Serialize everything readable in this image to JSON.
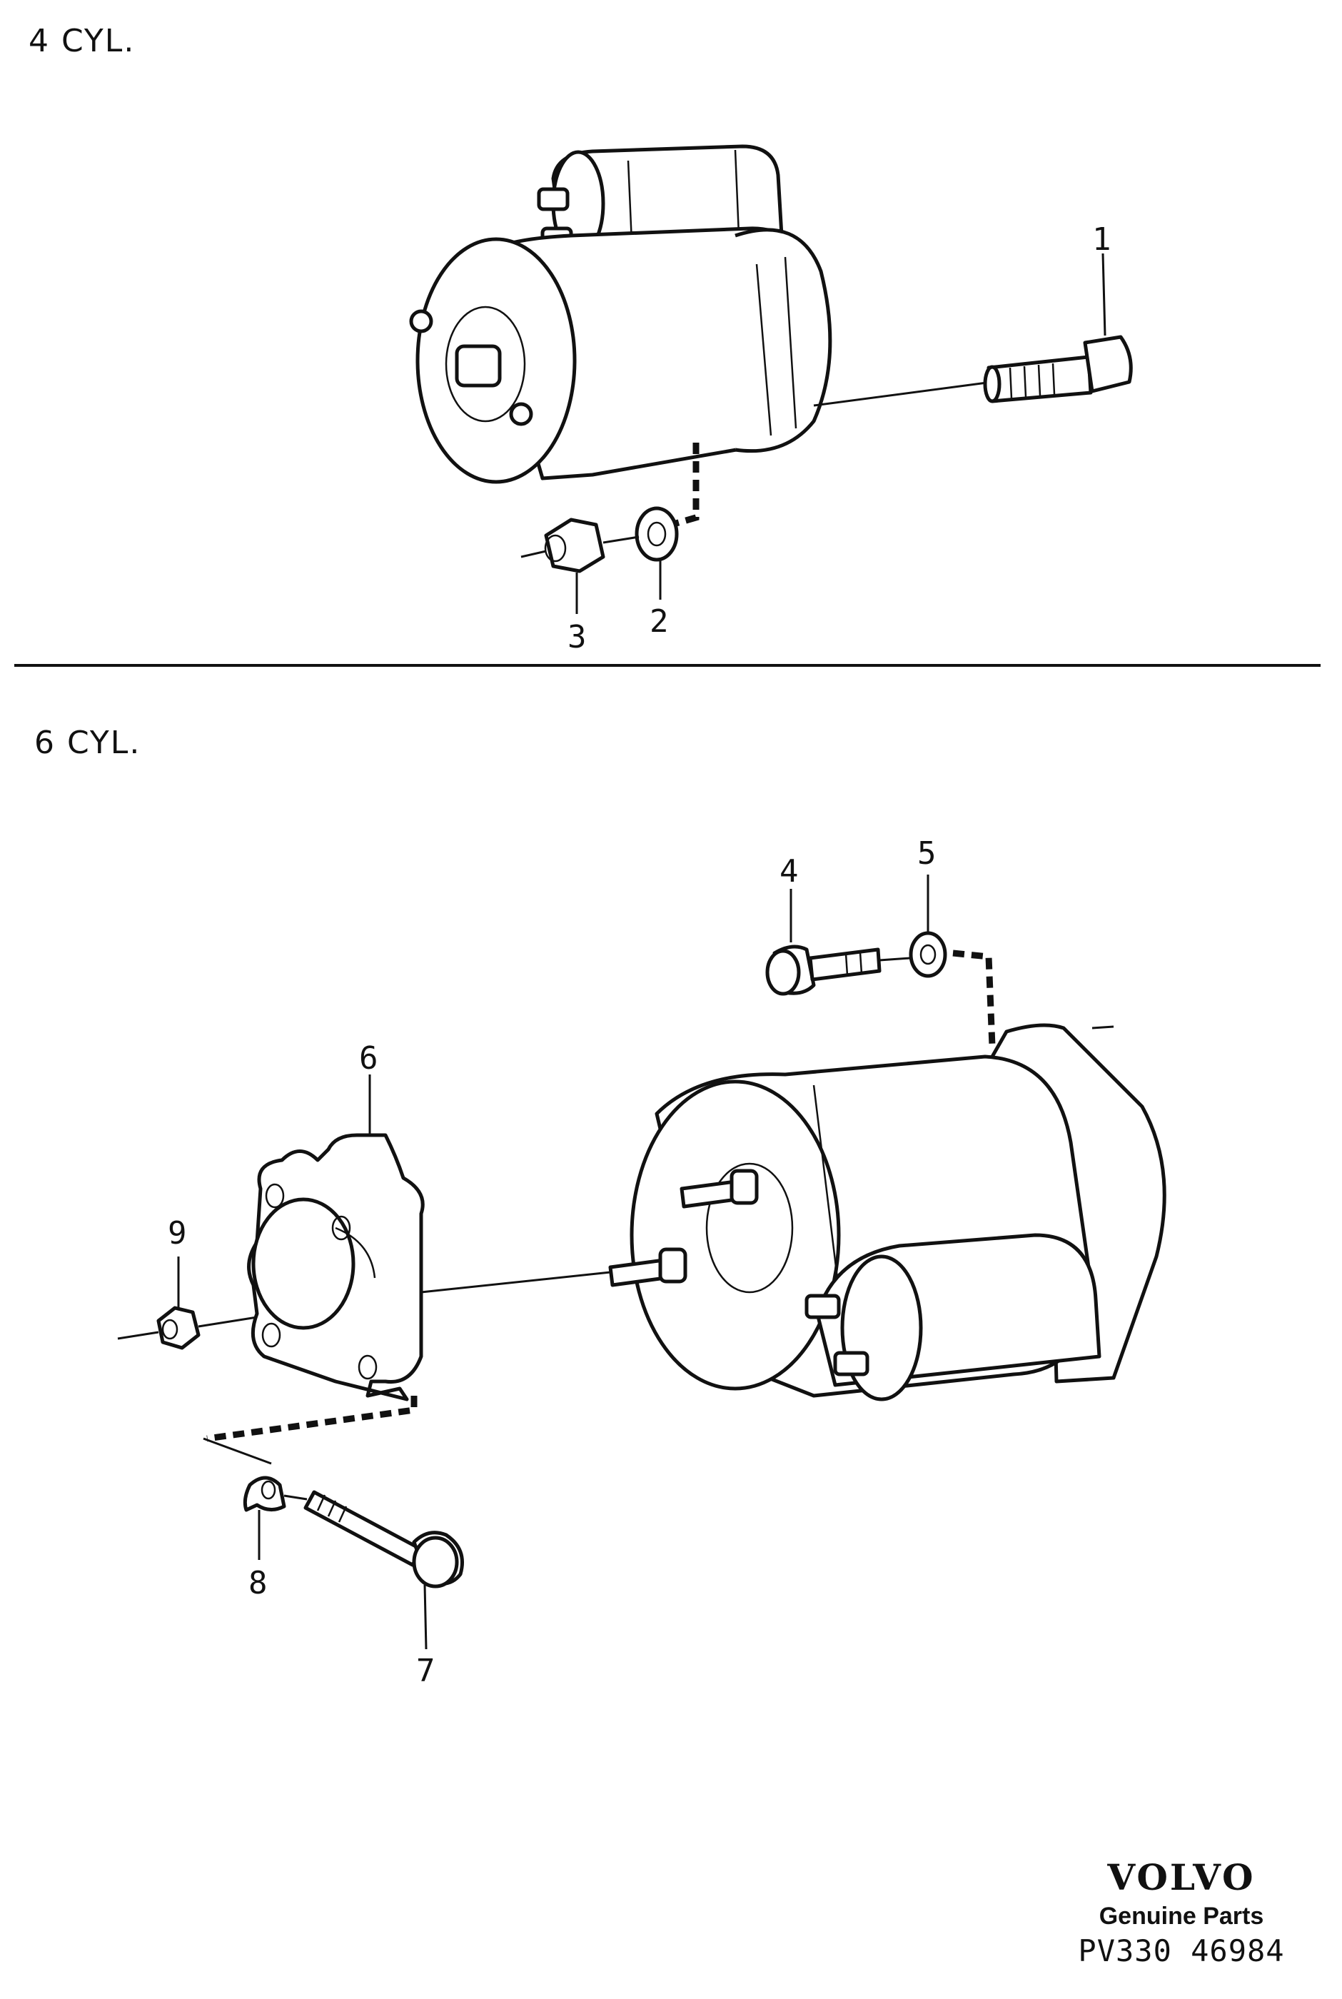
{
  "sections": [
    {
      "title": "4 CYL."
    },
    {
      "title": "6 CYL."
    }
  ],
  "callouts": [
    "1",
    "2",
    "3",
    "4",
    "5",
    "6",
    "7",
    "8",
    "9"
  ],
  "footer": {
    "brand": "VOLVO",
    "tagline": "Genuine Parts",
    "reference": "PV330 46984"
  }
}
